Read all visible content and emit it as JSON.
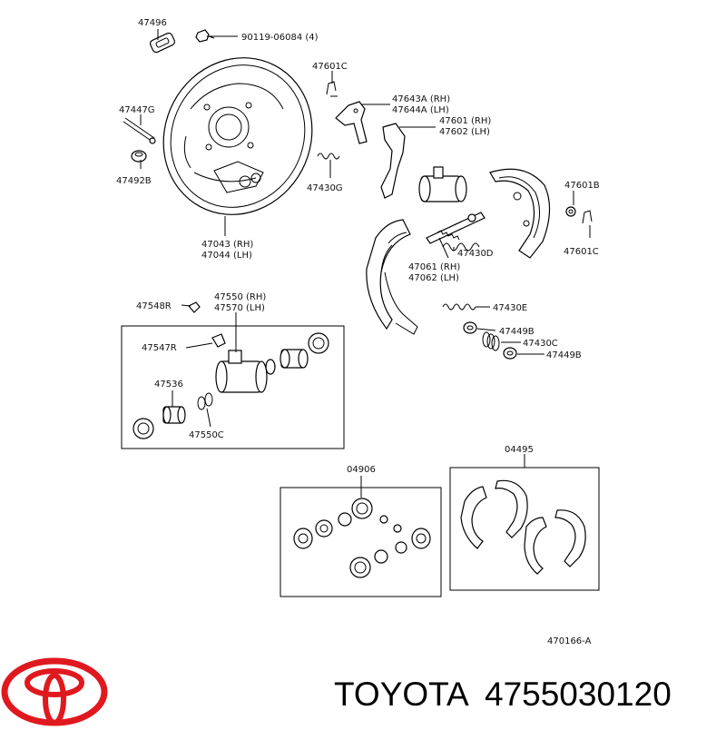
{
  "labels": {
    "l47496": "47496",
    "l90119": "90119-06084 (4)",
    "l47601c_top": "47601C",
    "l47447g": "47447G",
    "l47643a": "47643A (RH)",
    "l47644a": "47644A (LH)",
    "l47601": "47601 (RH)",
    "l47602": "47602 (LH)",
    "l47492b": "47492B",
    "l47430g": "47430G",
    "l47601b": "47601B",
    "l47043": "47043 (RH)",
    "l47044": "47044 (LH)",
    "l47430d": "47430D",
    "l47601c_right": "47601C",
    "l47061": "47061 (RH)",
    "l47062": "47062 (LH)",
    "l47548r": "47548R",
    "l47550": "47550 (RH)",
    "l47570": "47570 (LH)",
    "l47430e": "47430E",
    "l47449b_top": "47449B",
    "l47430c": "47430C",
    "l47449b_bottom": "47449B",
    "l47547r": "47547R",
    "l47536": "47536",
    "l47550c": "47550C",
    "l04906": "04906",
    "l04495": "04495",
    "l470166a": "470166-A"
  },
  "footer": {
    "brand": "TOYOTA",
    "part_number": "4755030120"
  }
}
